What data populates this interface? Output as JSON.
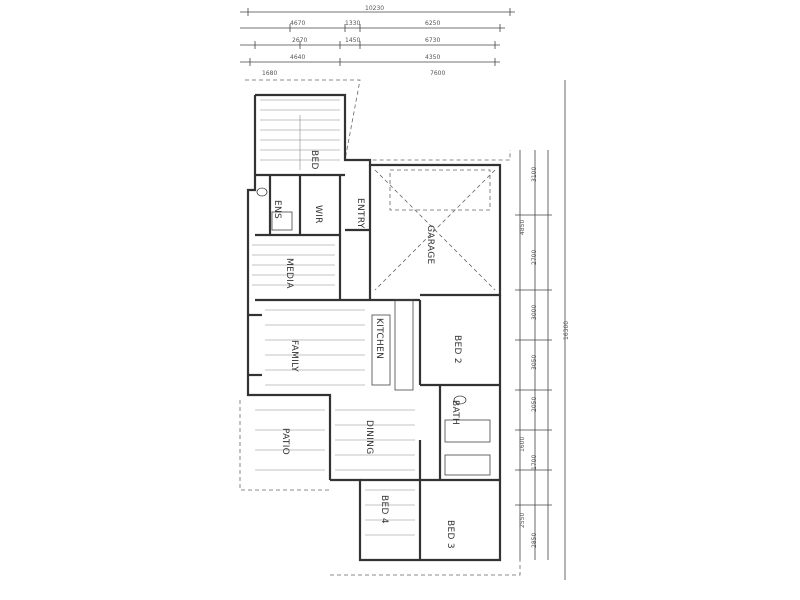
{
  "drawing": {
    "rooms": [
      {
        "key": "bed",
        "label": "BED"
      },
      {
        "key": "ens",
        "label": "ENS"
      },
      {
        "key": "wir",
        "label": "WIR"
      },
      {
        "key": "entry",
        "label": "ENTRY"
      },
      {
        "key": "garage",
        "label": "GARAGE"
      },
      {
        "key": "media",
        "label": "MEDIA"
      },
      {
        "key": "family",
        "label": "FAMILY"
      },
      {
        "key": "kitchen",
        "label": "KITCHEN"
      },
      {
        "key": "bed2",
        "label": "BED 2"
      },
      {
        "key": "patio",
        "label": "PATIO"
      },
      {
        "key": "dining",
        "label": "DINING"
      },
      {
        "key": "bath",
        "label": "BATH"
      },
      {
        "key": "bed4",
        "label": "BED 4"
      },
      {
        "key": "bed3",
        "label": "BED 3"
      }
    ],
    "top_dims": [
      "10230",
      "4670",
      "1330",
      "6250",
      "6730",
      "2670",
      "1450",
      "4350",
      "4640",
      "7600",
      "1680"
    ],
    "side_dims": [
      "3100",
      "4850",
      "2700",
      "3000",
      "3050",
      "2050",
      "1600",
      "1700",
      "2550",
      "2850",
      "16300"
    ]
  }
}
